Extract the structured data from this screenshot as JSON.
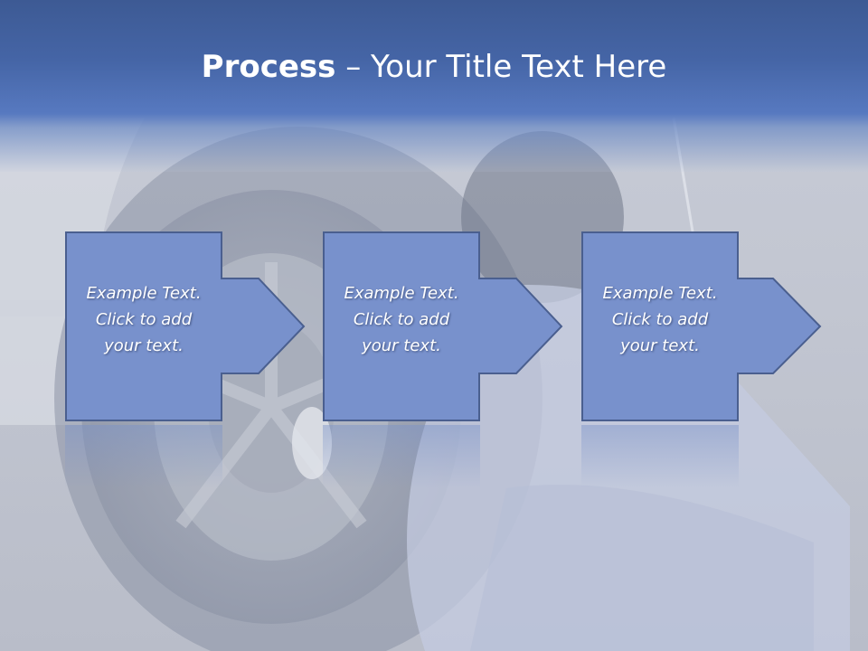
{
  "slide": {
    "title_bold": "Process",
    "title_separator": " – ",
    "title_rest": "Your Title Text Here"
  },
  "steps": [
    {
      "line1": "Example Text.",
      "line2": "Click  to add",
      "line3": "your text."
    },
    {
      "line1": "Example Text.",
      "line2": "Click  to add",
      "line3": "your text."
    },
    {
      "line1": "Example Text.",
      "line2": "Click  to add",
      "line3": "your text."
    }
  ],
  "colors": {
    "title_band": "#4565a6",
    "step_fill": "#7891cc",
    "step_stroke": "#4a5f8f",
    "text": "#ffffff"
  }
}
